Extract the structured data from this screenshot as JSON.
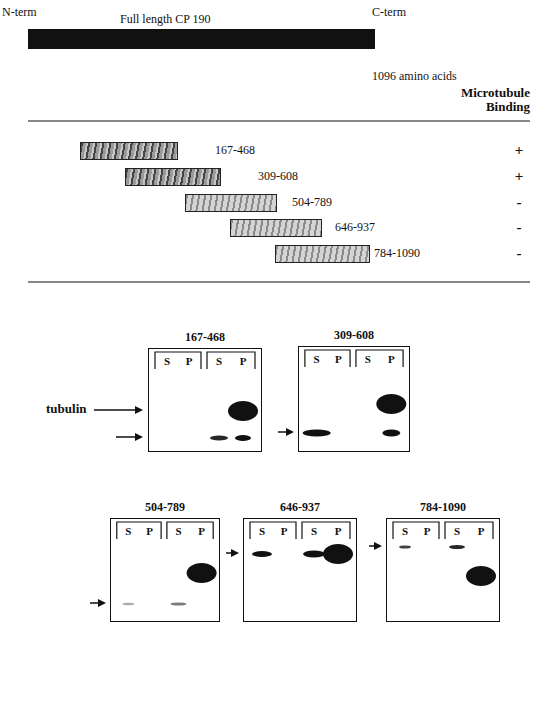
{
  "diagram": {
    "nodes": [
      {
        "text": [
          "Full length CP 190"
        ]
      },
      {
        "text": [
          "167-468"
        ]
      },
      {
        "text": [
          "309-608"
        ]
      },
      {
        "text": [
          "504-789"
        ]
      },
      {
        "text": [
          "646-937"
        ]
      },
      {
        "text": [
          "784-1090"
        ]
      },
      {
        "text": [
          "167-468",
          "S",
          "P",
          "S",
          "P"
        ]
      },
      {
        "text": [
          "309-608",
          "S",
          "P",
          "S",
          "P"
        ]
      },
      {
        "text": [
          "504-789",
          "S",
          "P",
          "S",
          "P"
        ]
      },
      {
        "text": [
          "646-937",
          "S",
          "P",
          "S",
          "P"
        ]
      },
      {
        "text": [
          "784-1090",
          "S",
          "P",
          "S",
          "P"
        ]
      }
    ],
    "labels": [
      "N-term",
      "C-term",
      "1096 amino acids",
      "Microtubule Binding",
      "+",
      "+",
      "-",
      "-",
      "-",
      "tubulin"
    ]
  }
}
